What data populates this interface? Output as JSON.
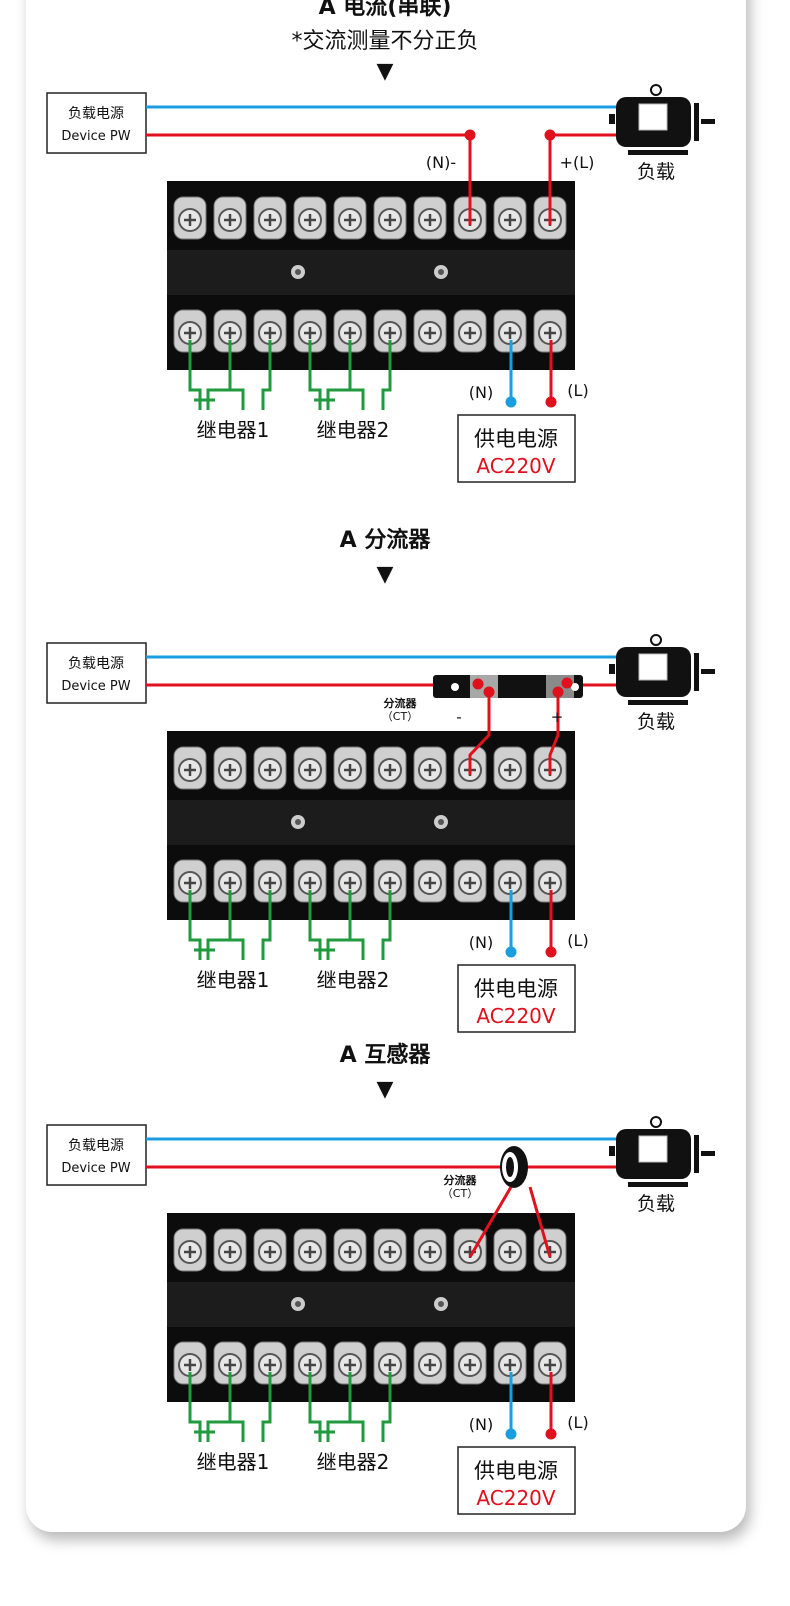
{
  "colors": {
    "neutral_wire": "#1a9ee0",
    "live_wire": "#e0101c",
    "relay_wire": "#1f9a3c",
    "terminal_block": "#0c0c0c",
    "accent_text": "#e0101c"
  },
  "common": {
    "load_power_cn": "负载电源",
    "load_power_en": "Device PW",
    "load_label": "负载",
    "relay1": "继电器1",
    "relay2": "继电器2",
    "neutral_label": "(N)",
    "live_label": "(L)",
    "supply_cn": "供电电源",
    "supply_voltage": "AC220V"
  },
  "sections": [
    {
      "title": "A  电流(串联)",
      "subtitle": "*交流测量不分正负",
      "arrow": "▼",
      "type": "series",
      "minus_label": "(N)-",
      "plus_label": "+(L)"
    },
    {
      "title": "A  分流器",
      "arrow": "▼",
      "type": "shunt",
      "ct_label": "分流器",
      "ct_sub": "（CT）",
      "minus_label": "-",
      "plus_label": "+"
    },
    {
      "title": "A  互感器",
      "arrow": "▼",
      "type": "ct",
      "ct_label": "分流器",
      "ct_sub": "（CT）"
    }
  ]
}
